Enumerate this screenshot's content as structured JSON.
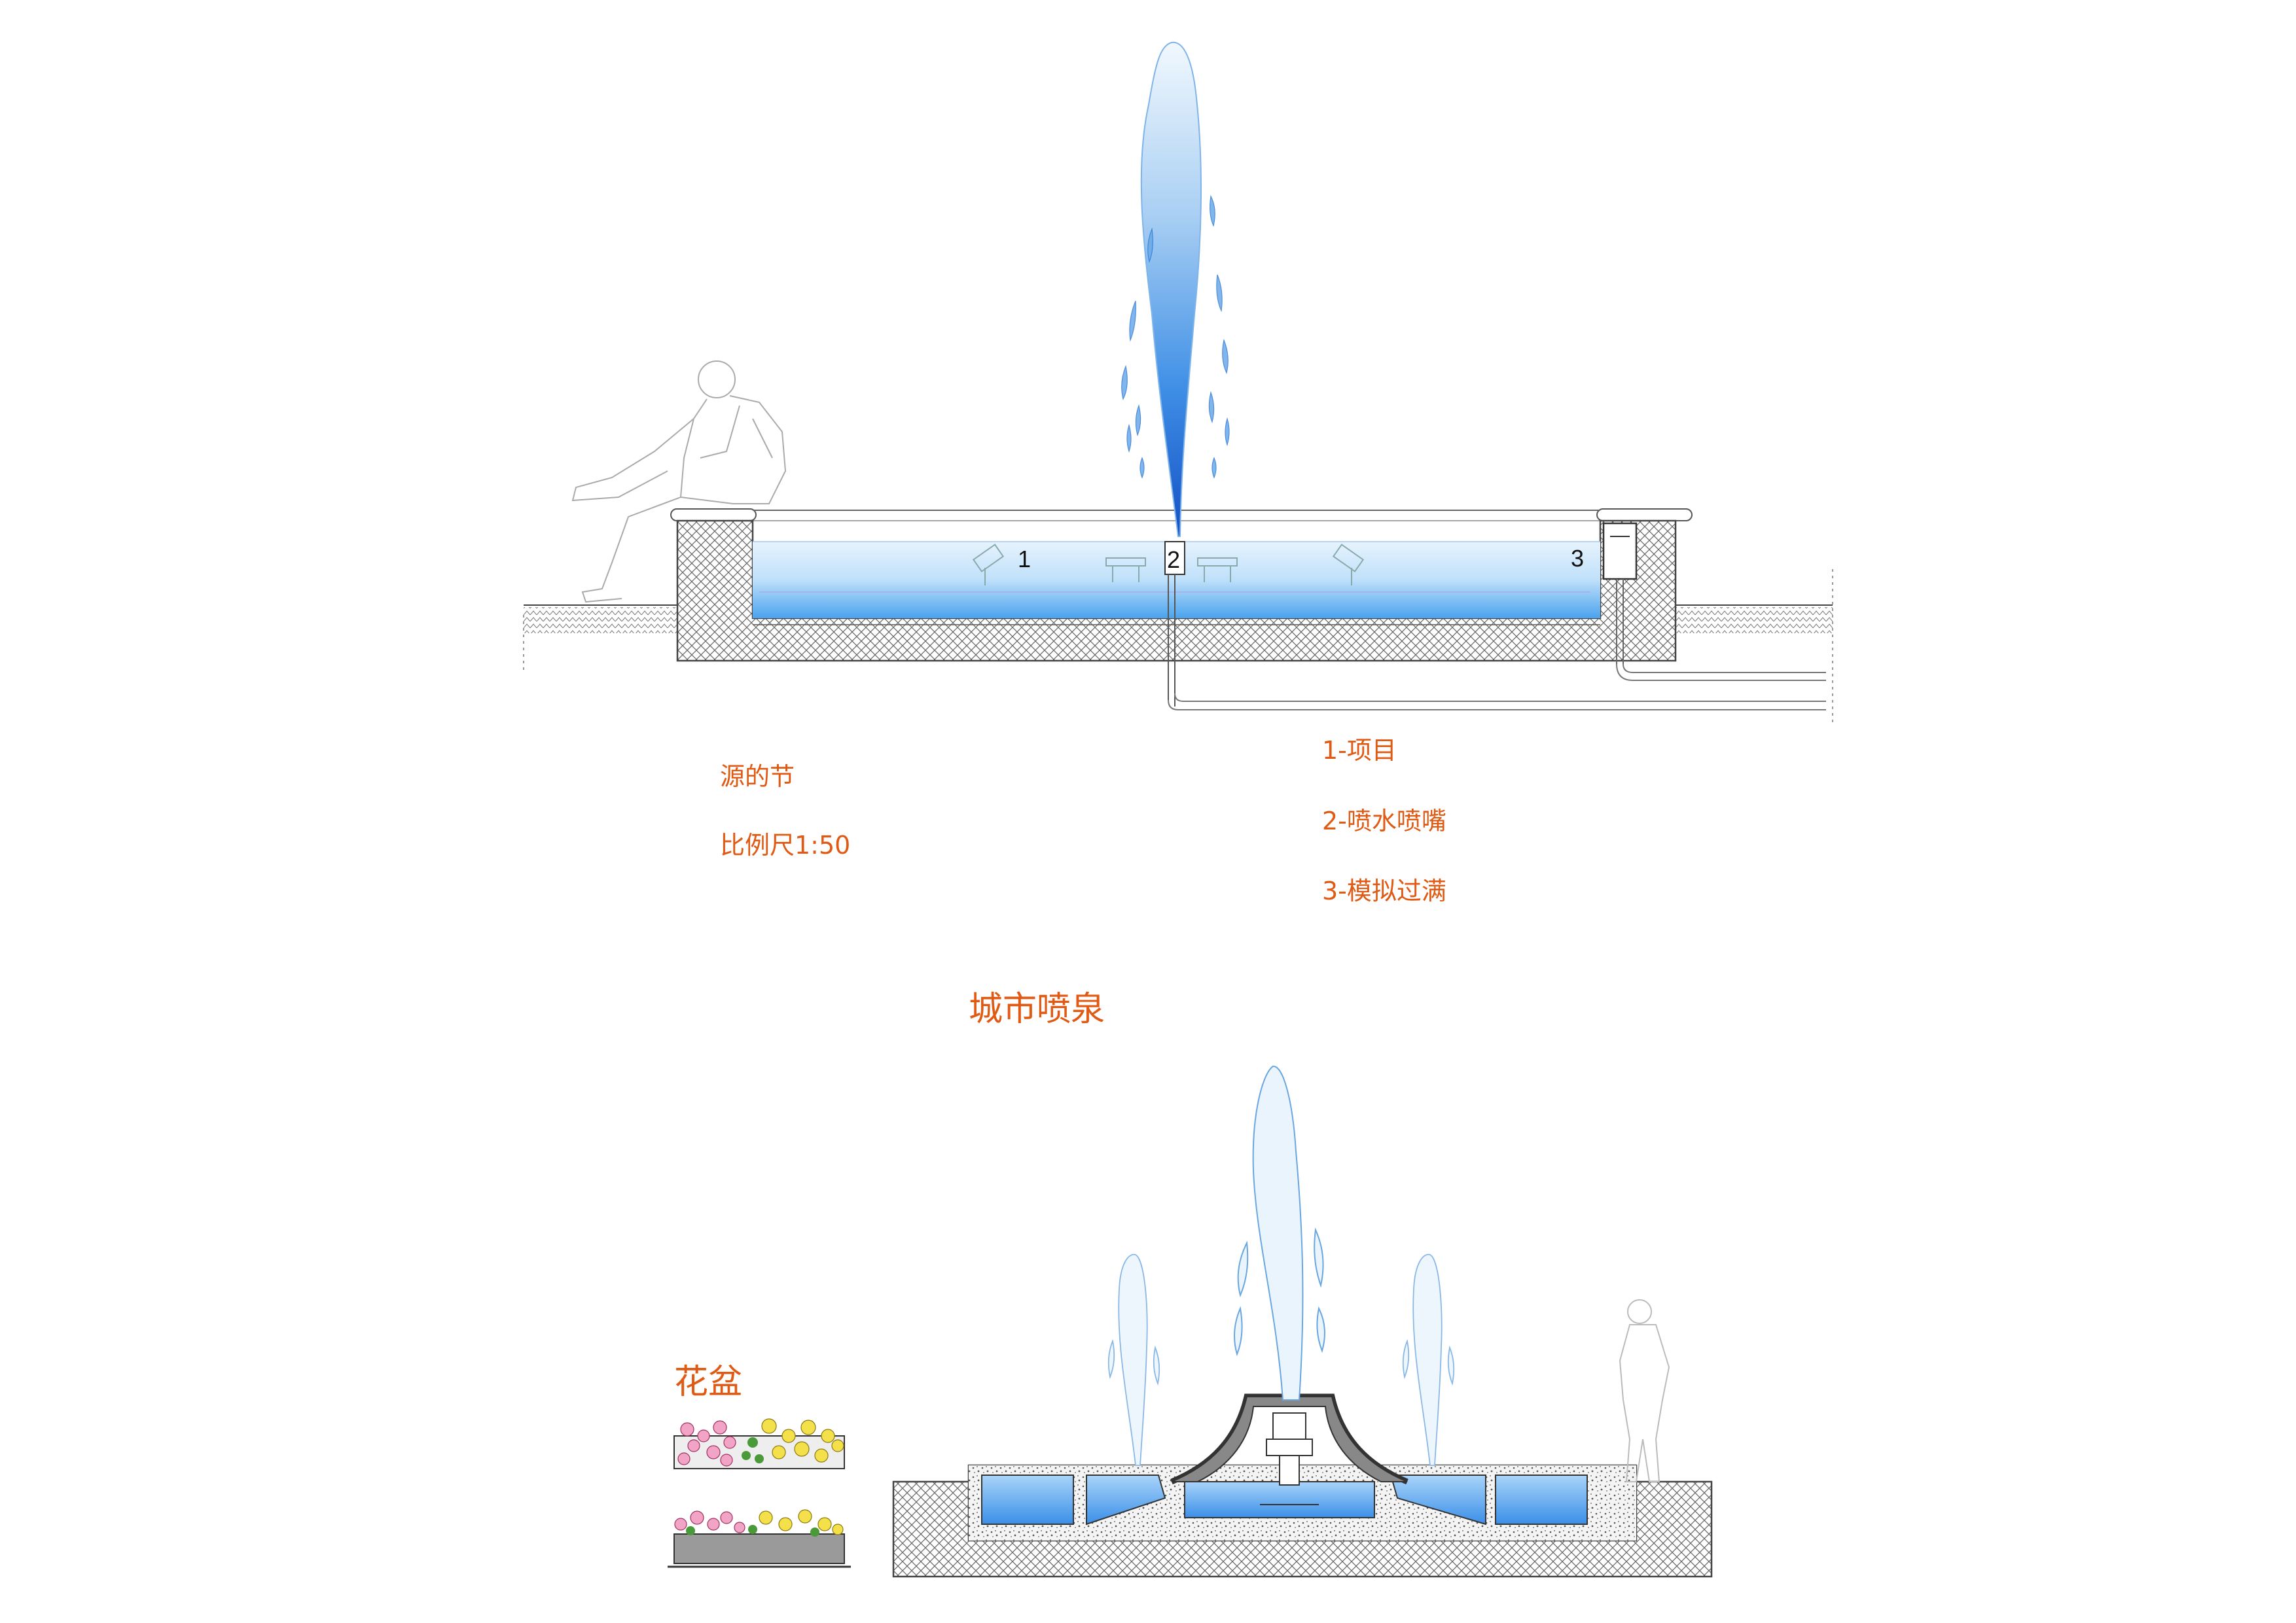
{
  "top_section": {
    "callouts": [
      "1",
      "2",
      "3"
    ],
    "title": "源的节",
    "scale": "比例尺1:50",
    "legend": [
      "1-项目",
      "2-喷水喷嘴",
      "3-模拟过满"
    ]
  },
  "middle_title": "城市喷泉",
  "planter_title": "花盆",
  "colors": {
    "annotation": "#e05a14",
    "water_light": "#d9ecfb",
    "water_deep": "#3f97e8",
    "jet_deep": "#1756c8",
    "line": "#555555"
  }
}
